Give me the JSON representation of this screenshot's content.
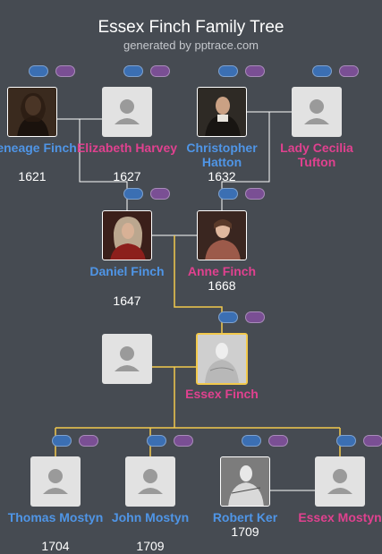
{
  "header": {
    "title": "Essex Finch Family Tree",
    "subtitle": "generated by pptrace.com"
  },
  "colors": {
    "background": "#464b52",
    "male": "#4f95e6",
    "female": "#e0418f",
    "focus_line": "#f2c94c",
    "link_line": "#ffffff"
  },
  "people": {
    "heneage": {
      "name": "Heneage Finch",
      "year": "1621",
      "gender": "male",
      "photo": "portrait"
    },
    "elizabeth": {
      "name": "Elizabeth Harvey",
      "year": "1627",
      "gender": "female",
      "photo": "placeholder"
    },
    "christopher": {
      "name": "Christopher Hatton",
      "year": "1632",
      "gender": "male",
      "photo": "portrait"
    },
    "cecilia": {
      "name": "Lady Cecilia Tufton",
      "year": "",
      "gender": "female",
      "photo": "placeholder"
    },
    "daniel": {
      "name": "Daniel Finch",
      "year": "1647",
      "gender": "male",
      "photo": "portrait"
    },
    "anne": {
      "name": "Anne Finch",
      "year": "1668",
      "gender": "female",
      "photo": "portrait"
    },
    "spouse": {
      "name": "",
      "year": "",
      "gender": "male",
      "photo": "placeholder"
    },
    "essex": {
      "name": "Essex Finch",
      "year": "",
      "gender": "female",
      "photo": "portrait"
    },
    "thomas": {
      "name": "Thomas Mostyn",
      "year": "1704",
      "gender": "male",
      "photo": "placeholder"
    },
    "john": {
      "name": "John Mostyn",
      "year": "1709",
      "gender": "male",
      "photo": "placeholder"
    },
    "robert": {
      "name": "Robert Ker",
      "year": "1709",
      "gender": "male",
      "photo": "portrait"
    },
    "essex_mostyn": {
      "name": "Essex Mostyn",
      "year": "",
      "gender": "female",
      "photo": "placeholder"
    }
  }
}
